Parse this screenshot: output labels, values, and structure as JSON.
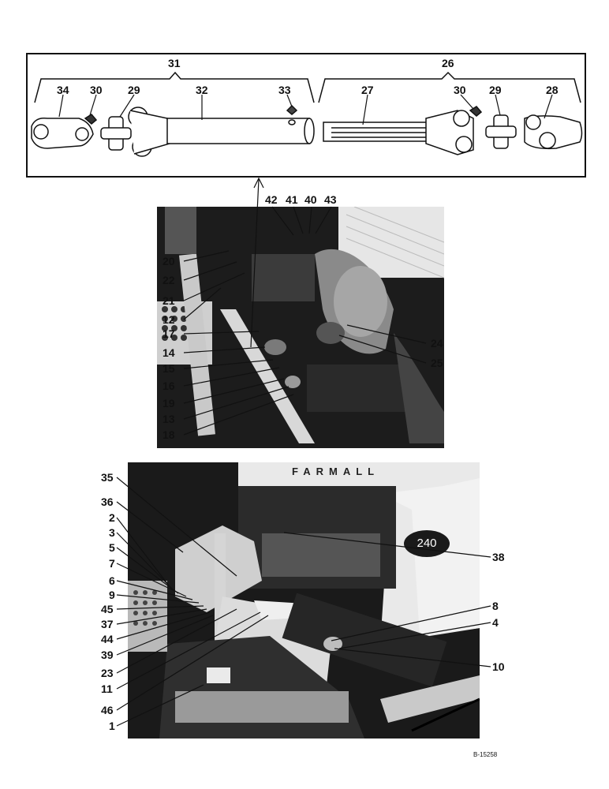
{
  "figure": {
    "reference_code": "B-15258",
    "brand_text": "FARMALL",
    "model_badge": "240"
  },
  "top_diagram": {
    "group_labels": [
      "31",
      "26"
    ],
    "part_labels": [
      "34",
      "30",
      "29",
      "32",
      "33",
      "27",
      "30",
      "29",
      "28"
    ]
  },
  "middle_photo": {
    "top_labels": [
      "42",
      "41",
      "40",
      "43"
    ],
    "left_labels": [
      "20",
      "22",
      "21",
      "12",
      "17",
      "14",
      "15",
      "16",
      "19",
      "13",
      "18"
    ],
    "right_labels": [
      "24",
      "25"
    ]
  },
  "bottom_photo": {
    "left_labels": [
      "35",
      "36",
      "2",
      "3",
      "5",
      "7",
      "6",
      "9",
      "45",
      "37",
      "44",
      "39",
      "23",
      "11",
      "46",
      "1"
    ],
    "right_labels": [
      "38",
      "8",
      "4",
      "10"
    ]
  }
}
